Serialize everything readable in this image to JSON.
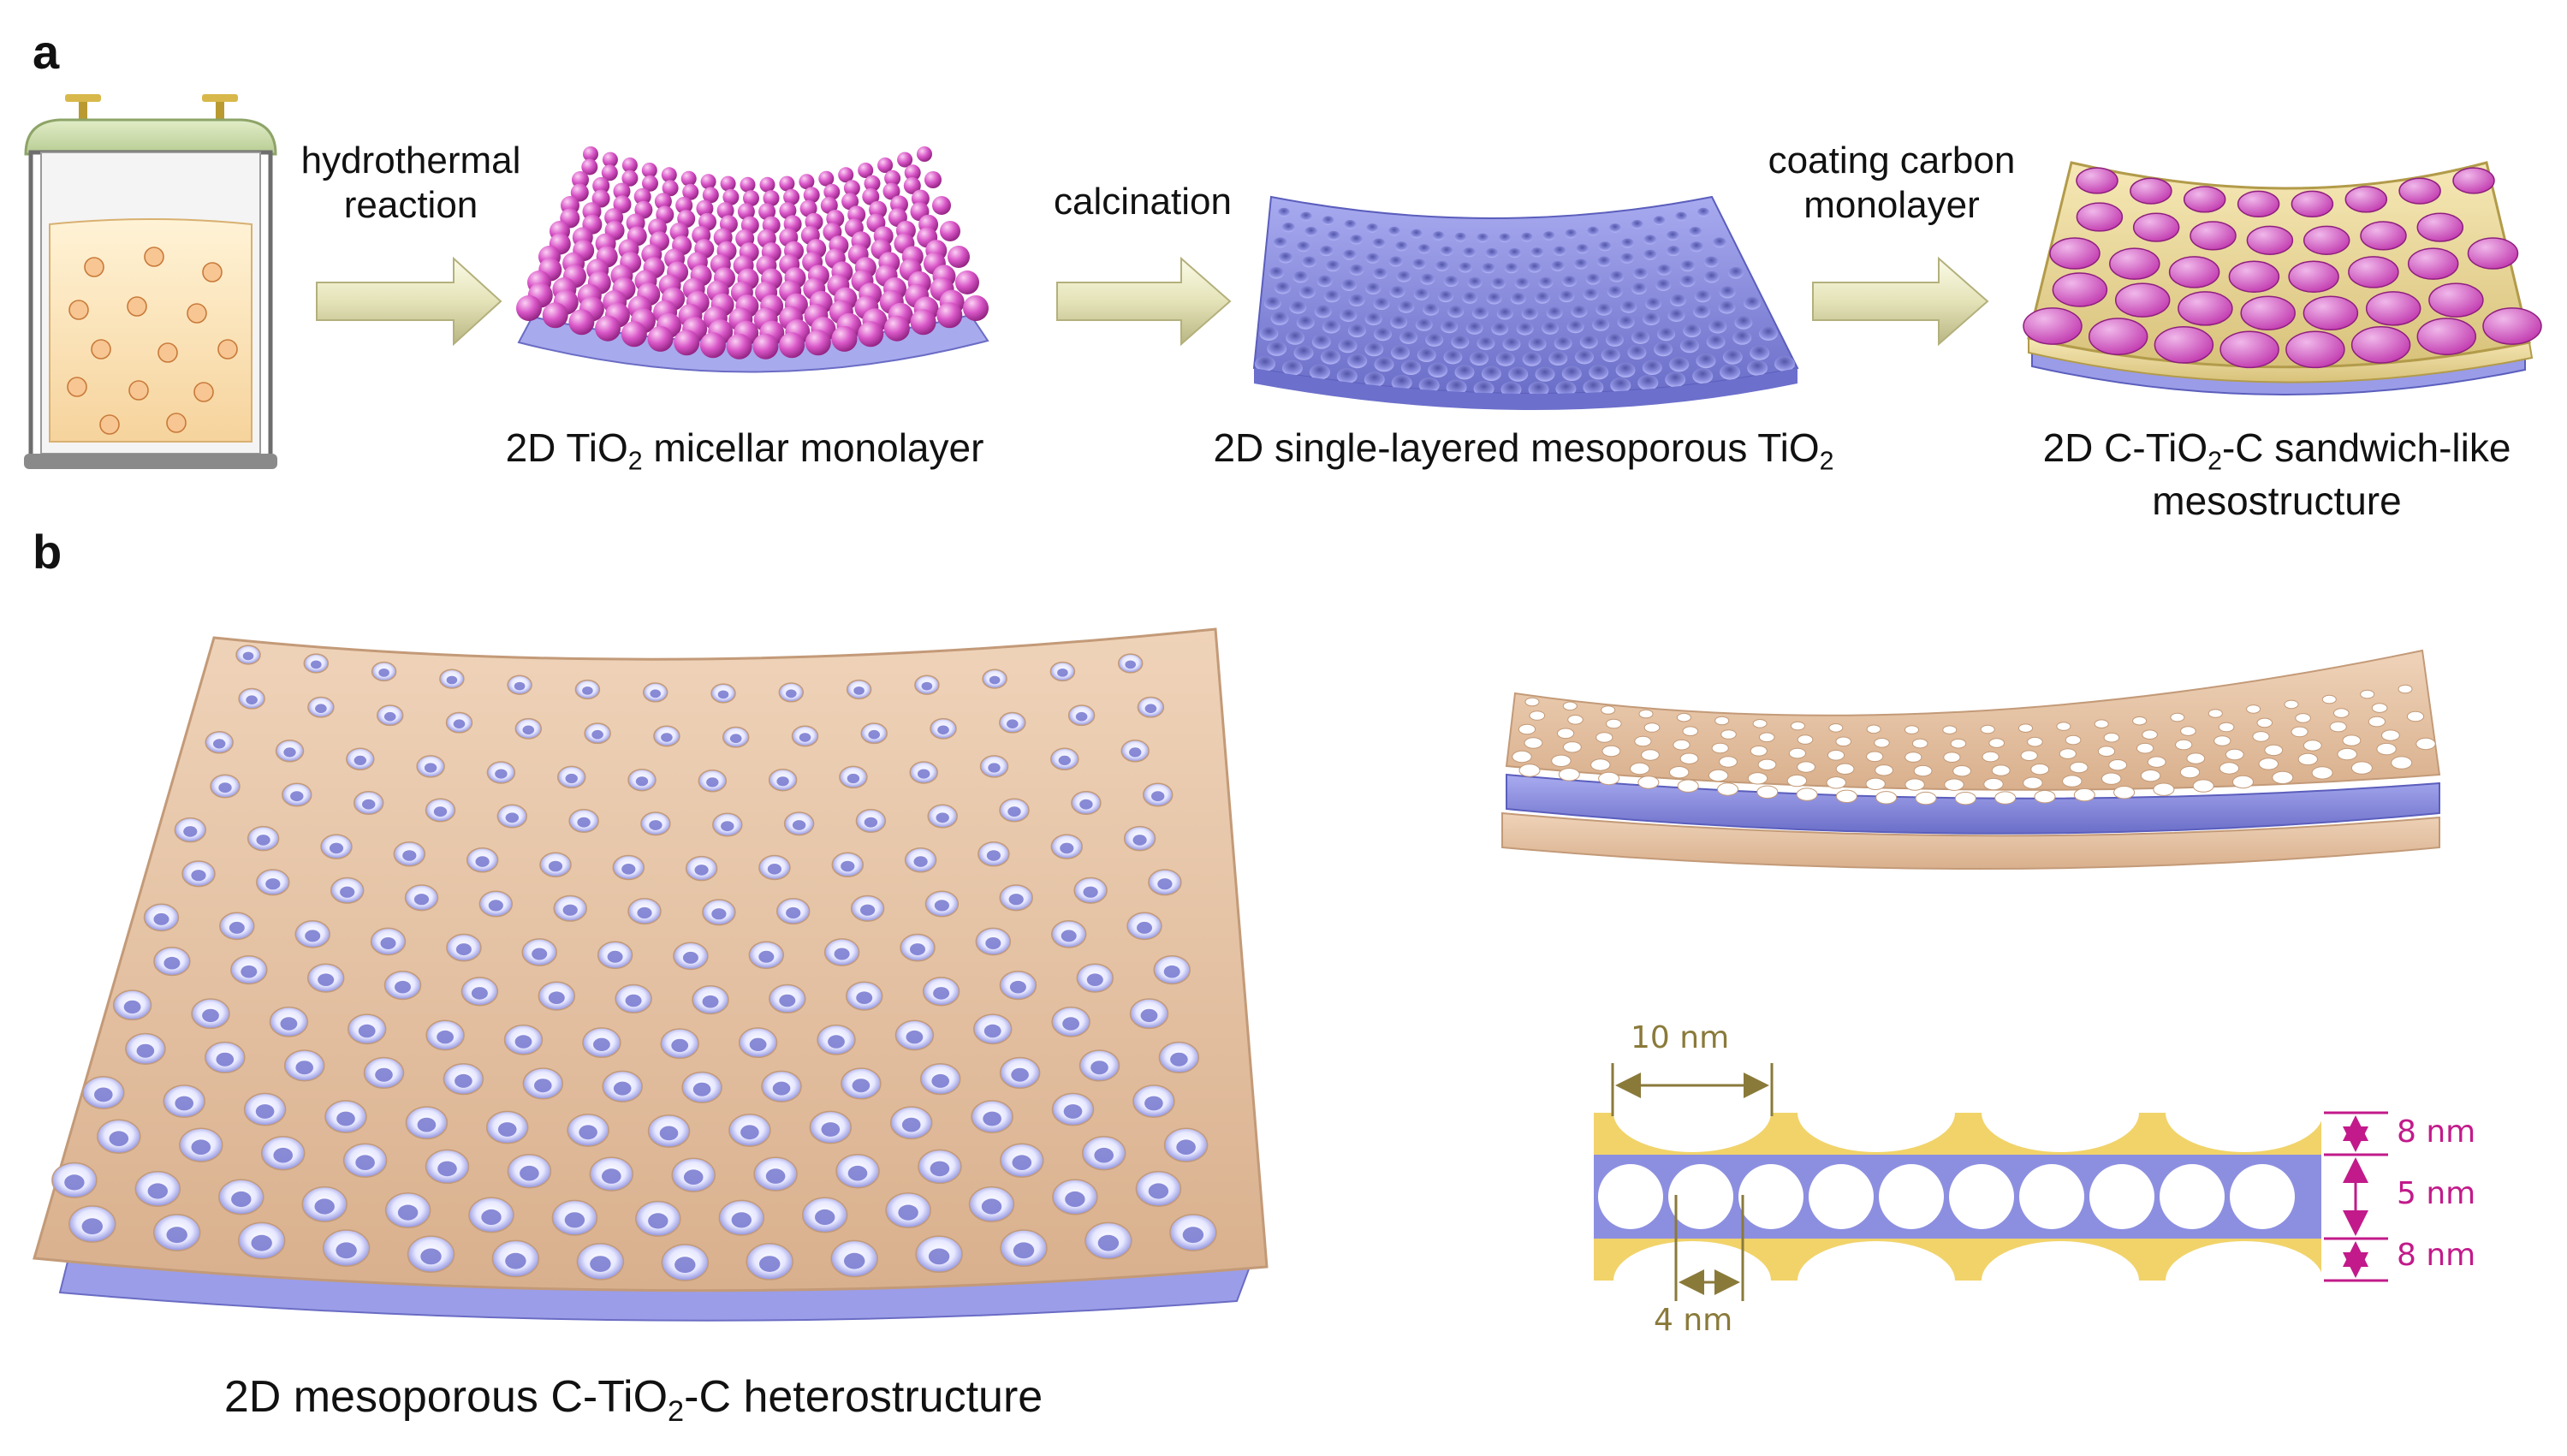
{
  "panels": {
    "a": "a",
    "b": "b"
  },
  "steps": [
    {
      "line1": "hydrothermal",
      "line2": "reaction"
    },
    {
      "line1": "calcination",
      "line2": ""
    },
    {
      "line1": "coating carbon",
      "line2": "monolayer"
    }
  ],
  "products": {
    "micellar": {
      "pre": "2D Ti",
      "o": "O",
      "sub": "2",
      "post": " micellar monolayer"
    },
    "mesoporous": {
      "pre": "2D single-layered mesoporous Ti",
      "o": "O",
      "sub": "2",
      "post": ""
    },
    "sandwich": {
      "pre": "2D C-Ti",
      "o": "O",
      "sub": "2",
      "post": "-C sandwich-like",
      "line2": "mesostructure"
    }
  },
  "hetero": {
    "pre": "2D mesoporous C-Ti",
    "o": "O",
    "sub": "2",
    "post": "-C heterostructure"
  },
  "dimensions": {
    "period": "10 nm",
    "pore": "4 nm",
    "top_carbon": "8 nm",
    "tio2": "5 nm",
    "bottom_carbon": "8 nm"
  },
  "colors": {
    "tio2": "#8c8fe0",
    "micelle": "#d957c8",
    "carbon_sheet": "#e9c6a6",
    "carbon_layer": "#f1d36a",
    "arrow": "#eaeac0",
    "autoclave_lid": "#cfe0b0",
    "solution": "#f9dcaa",
    "dim_olive": "#8a7a3a",
    "dim_magenta": "#c21a8a"
  }
}
